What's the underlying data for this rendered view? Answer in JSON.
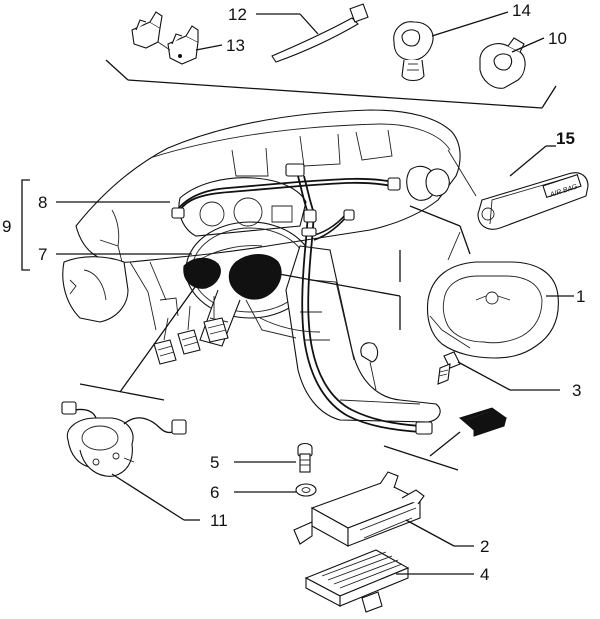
{
  "callouts": {
    "c1": "1",
    "c2": "2",
    "c3": "3",
    "c4": "4",
    "c5": "5",
    "c6": "6",
    "c7": "7",
    "c8": "8",
    "c9": "9",
    "c10": "10",
    "c11": "11",
    "c12": "12",
    "c13": "13",
    "c14": "14",
    "c15": "15"
  },
  "module_label": "AIR BAG",
  "colors": {
    "ink": "#111111",
    "paper": "#ffffff"
  }
}
